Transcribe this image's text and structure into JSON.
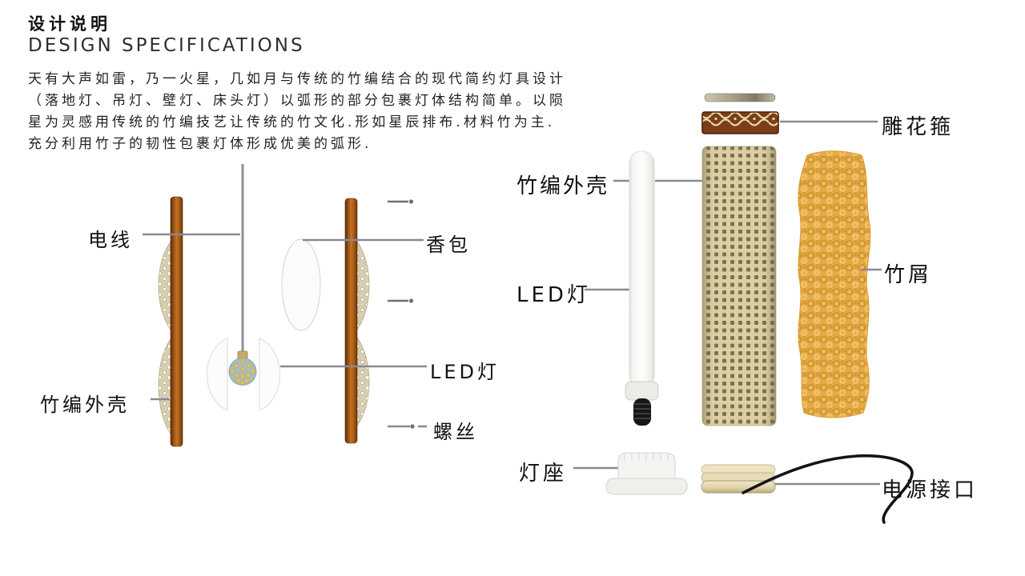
{
  "header": {
    "title_zh": "设计说明",
    "title_en": "DESIGN SPECIFICATIONS"
  },
  "description": {
    "lines": [
      "天有大声如雷，乃一火星，几如月与传统的竹编结合的现代简约灯具设计",
      "（落地灯、吊灯、壁灯、床头灯）以弧形的部分包裹灯体结构简单。以陨",
      "星为灵感用传统的竹编技艺让传统的竹文化.形如星辰排布.材料竹为主.",
      "充分利用竹子的韧性包裹灯体形成优美的弧形."
    ]
  },
  "left_diagram": {
    "labels": {
      "wire": "电线",
      "sachet": "香包",
      "led": "LED灯",
      "screw": "螺丝",
      "shell": "竹编外壳"
    }
  },
  "right_diagram": {
    "labels": {
      "carved_hoop": "雕花箍",
      "shell": "竹编外壳",
      "led": "LED灯",
      "shavings": "竹屑",
      "base": "灯座",
      "power_connector": "电源接口"
    }
  },
  "colors": {
    "bamboo_strip": "#a1541a",
    "lattice_weave": "#d8cfb2",
    "leader_line": "#8a8a90",
    "carved_hoop_brown": "#7c3d18",
    "carved_hoop_pattern": "#ead9a4",
    "perforated_shell": "#d9cfa2",
    "perforation_hole": "#7d7050",
    "bamboo_shavings": "#e5aa42",
    "led_tube_white": "#f6f6f3",
    "power_cord": "#141414",
    "label_text": "#111111"
  }
}
